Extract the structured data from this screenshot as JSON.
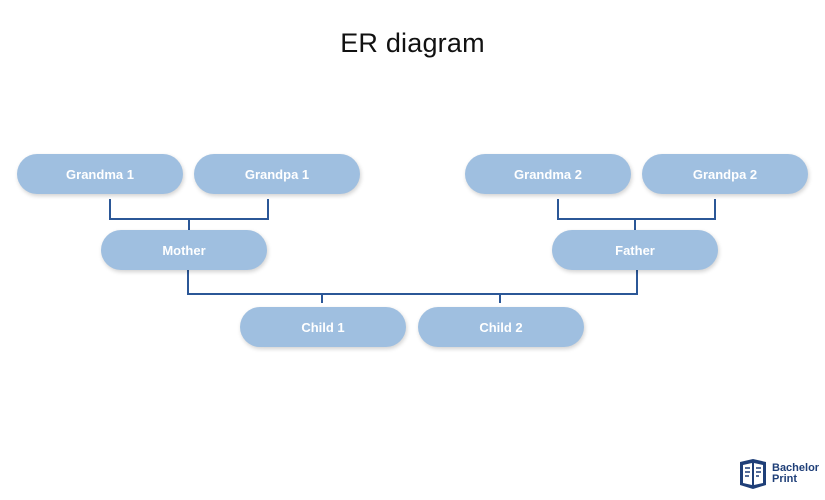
{
  "title": "ER diagram",
  "nodes": {
    "grandma1": "Grandma 1",
    "grandpa1": "Grandpa 1",
    "grandma2": "Grandma 2",
    "grandpa2": "Grandpa 2",
    "mother": "Mother",
    "father": "Father",
    "child1": "Child 1",
    "child2": "Child 2"
  },
  "logo": {
    "line1": "Bachelor",
    "line2": "Print"
  },
  "colors": {
    "node_fill": "#9fbfe0",
    "node_text": "#ffffff",
    "connector": "#2b5797",
    "logo": "#1f3f78"
  }
}
